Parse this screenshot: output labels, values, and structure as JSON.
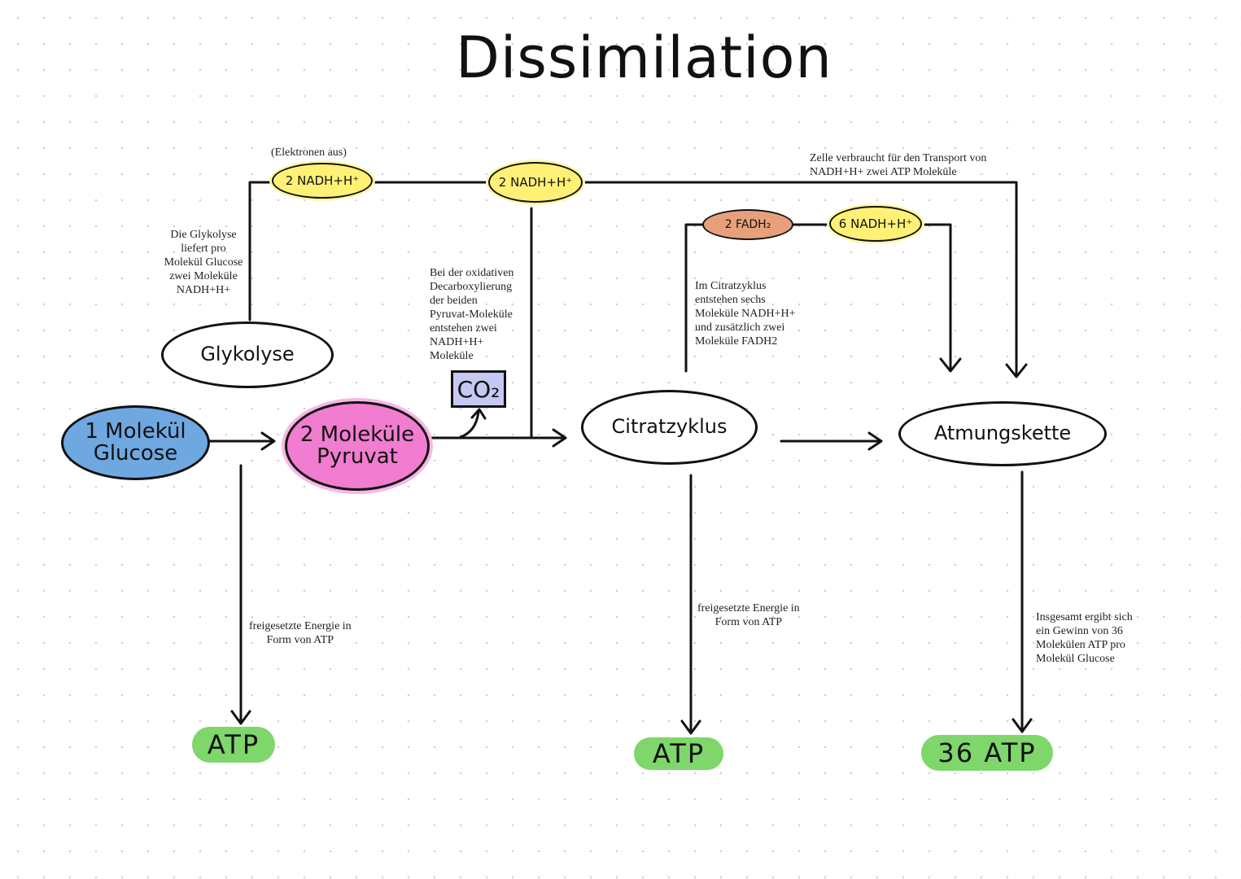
{
  "title": "Dissimilation",
  "colors": {
    "glucose": "#6fa8e0",
    "pyruvat": "#f27ccf",
    "nadh": "#fff176",
    "fadh": "#e8a07c",
    "atp": "#7fd66b",
    "co2": "#c5c8f2",
    "line": "#111111"
  },
  "nodes": {
    "glucose": "1 Molekül\nGlucose",
    "pyruvat": "2 Moleküle\nPyruvat",
    "glykolyse": "Glykolyse",
    "citratzyklus": "Citratzyklus",
    "atmungskette": "Atmungskette",
    "co2": "CO₂"
  },
  "carriers": {
    "nadh_glykolyse": "2 NADH+H⁺",
    "nadh_decarb": "2 NADH+H⁺",
    "fadh": "2 FADH₂",
    "nadh_citrat": "6 NADH+H⁺"
  },
  "products": {
    "atp_glykolyse": "ATP",
    "atp_citrat": "ATP",
    "atp_atmung": "36 ATP"
  },
  "notes": {
    "elektronen": "(Elektronen aus)",
    "transport": "Zelle verbraucht für den Transport von\nNADH+H+ zwei ATP Moleküle",
    "glykolyse": "Die Glykolyse\nliefert pro\nMolekül Glucose\nzwei Moleküle\nNADH+H+",
    "decarb": "Bei der oxidativen\nDecarboxylierung\nder beiden\nPyruvat-Moleküle\nentstehen zwei\nNADH+H+\nMoleküle",
    "citrat": "Im Citratzyklus\nentstehen sechs\nMoleküle NADH+H+\nund zusätzlich zwei\nMoleküle FADH2",
    "energie_1": "freigesetzte Energie in\nForm von ATP",
    "energie_2": "freigesetzte Energie in\nForm von ATP",
    "gesamt": "Insgesamt ergibt sich\nein Gewinn von 36\nMolekülen ATP pro\nMolekül Glucose"
  }
}
